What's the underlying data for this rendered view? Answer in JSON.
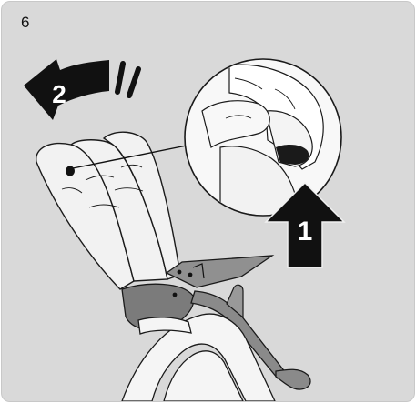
{
  "step": {
    "number": "6"
  },
  "callouts": {
    "arrow_up_label": "1",
    "arrow_back_label": "2"
  },
  "colors": {
    "panel_background": "#d9d9d9",
    "arrow_fill": "#111111",
    "seat_fabric": "#eeeeee",
    "mechanism_dark": "#7b7b7b",
    "outline": "#1a1a1a"
  }
}
